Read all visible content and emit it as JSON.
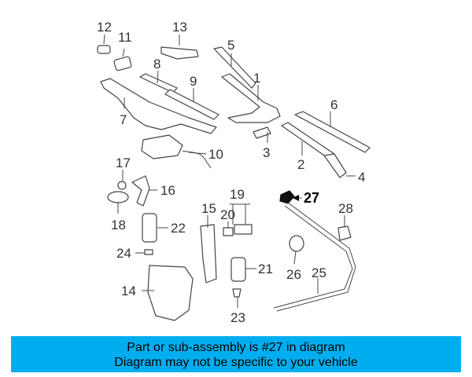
{
  "callouts": [
    "12",
    "11",
    "13",
    "5",
    "8",
    "9",
    "1",
    "7",
    "6",
    "3",
    "10",
    "2",
    "4",
    "17",
    "16",
    "27",
    "19",
    "15",
    "20",
    "28",
    "18",
    "22",
    "24",
    "21",
    "26",
    "25",
    "14",
    "23"
  ],
  "highlighted_callout": "27",
  "banner": {
    "line1": "Part or sub-assembly is #27 in diagram",
    "line2": "Diagram may not be specific to your vehicle"
  },
  "colors": {
    "banner_bg": "#00aeef",
    "line": "#444444",
    "text": "#333333"
  }
}
